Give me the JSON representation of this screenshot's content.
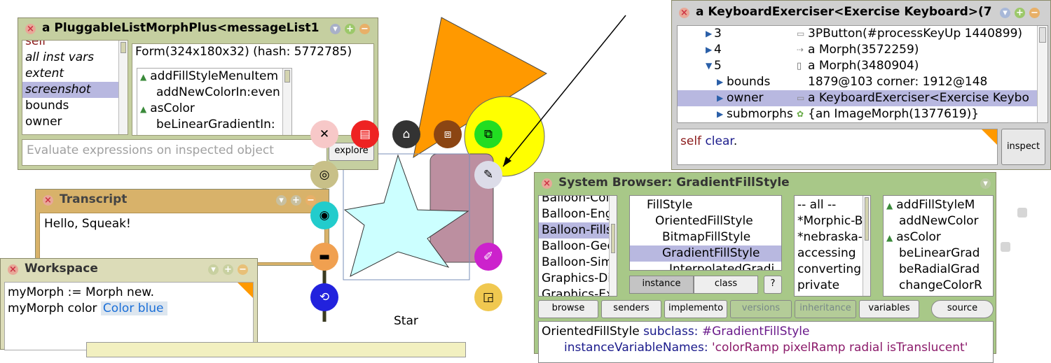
{
  "inspector_left": {
    "title": "a PluggableListMorphPlus<messageList1",
    "fields": [
      "self",
      "all inst vars",
      "extent",
      "screenshot",
      "bounds",
      "owner"
    ],
    "value_text": "Form(324x180x32) (hash: 5772785)",
    "methods": [
      "addFillStyleMenuItem",
      "addNewColorIn:even",
      "asColor",
      "beLinearGradientIn:"
    ],
    "eval_placeholder": "Evaluate expressions on inspected object",
    "explore_label": "explore"
  },
  "transcript": {
    "title": "Transcript",
    "text": "Hello, Squeak!"
  },
  "workspace": {
    "title": "Workspace",
    "line1": "myMorph := Morph new.",
    "line2_prefix": "myMorph color",
    "line2_value": "Color blue"
  },
  "canvas": {
    "star_label": "Star"
  },
  "keyboard_inspector": {
    "title": "a KeyboardExerciser<Exercise Keyboard>(7",
    "rows": [
      {
        "key": "3",
        "value": "3PButton(#processKeyUp 1440899)"
      },
      {
        "key": "4",
        "value": "a Morph(3572259)"
      },
      {
        "key": "5",
        "value": "a Morph(3480904)"
      },
      {
        "key": "bounds",
        "value": "1879@103 corner: 1912@148"
      },
      {
        "key": "owner",
        "value": "a KeyboardExerciser<Exercise Keybo"
      },
      {
        "key": "submorphs",
        "value": "{an ImageMorph(1377619)}"
      }
    ],
    "code_self": "self",
    "code_msg": "clear",
    "code_end": ".",
    "inspect_label": "inspect"
  },
  "system_browser": {
    "title": "System Browser: GradientFillStyle",
    "packages": [
      "Balloon-Coll",
      "Balloon-Engi",
      "Balloon-Fills",
      "Balloon-Geo",
      "Balloon-Simp",
      "Graphics-Disp",
      "Graphics-Ext"
    ],
    "classes": [
      "FillStyle",
      "OrientedFillStyle",
      "BitmapFillStyle",
      "GradientFillStyle",
      "InterpolatedGradi"
    ],
    "categories": [
      "-- all --",
      "*Morphic-Ba",
      "*nebraska-M",
      "accessing",
      "converting",
      "private"
    ],
    "methods": [
      "addFillStyleM",
      "addNewColor",
      "asColor",
      "beLinearGrad",
      "beRadialGrad",
      "changeColorR"
    ],
    "instance_label": "instance",
    "class_label": "class",
    "help_label": "?",
    "buttons": [
      "browse",
      "senders",
      "implemento",
      "versions",
      "inheritance",
      "variables",
      "source"
    ],
    "code_line1_a": "OrientedFillStyle",
    "code_line1_b": "subclass:",
    "code_line1_c": "#GradientFillStyle",
    "code_line2_a": "instanceVariableNames:",
    "code_line2_b": "'colorRamp pixelRamp radial isTranslucent'"
  },
  "colors": {
    "window_green": "#c5cfa0",
    "transcript_tan": "#d8b26a",
    "keyboard_grey": "#d0d0d0",
    "browser_green": "#a8c888",
    "selection": "#b8b8e0",
    "orange_triangle": "#ff9900",
    "yellow_circle": "#ffff00",
    "star_fill": "#ccffff",
    "rect_fill": "#bc8fa0"
  }
}
